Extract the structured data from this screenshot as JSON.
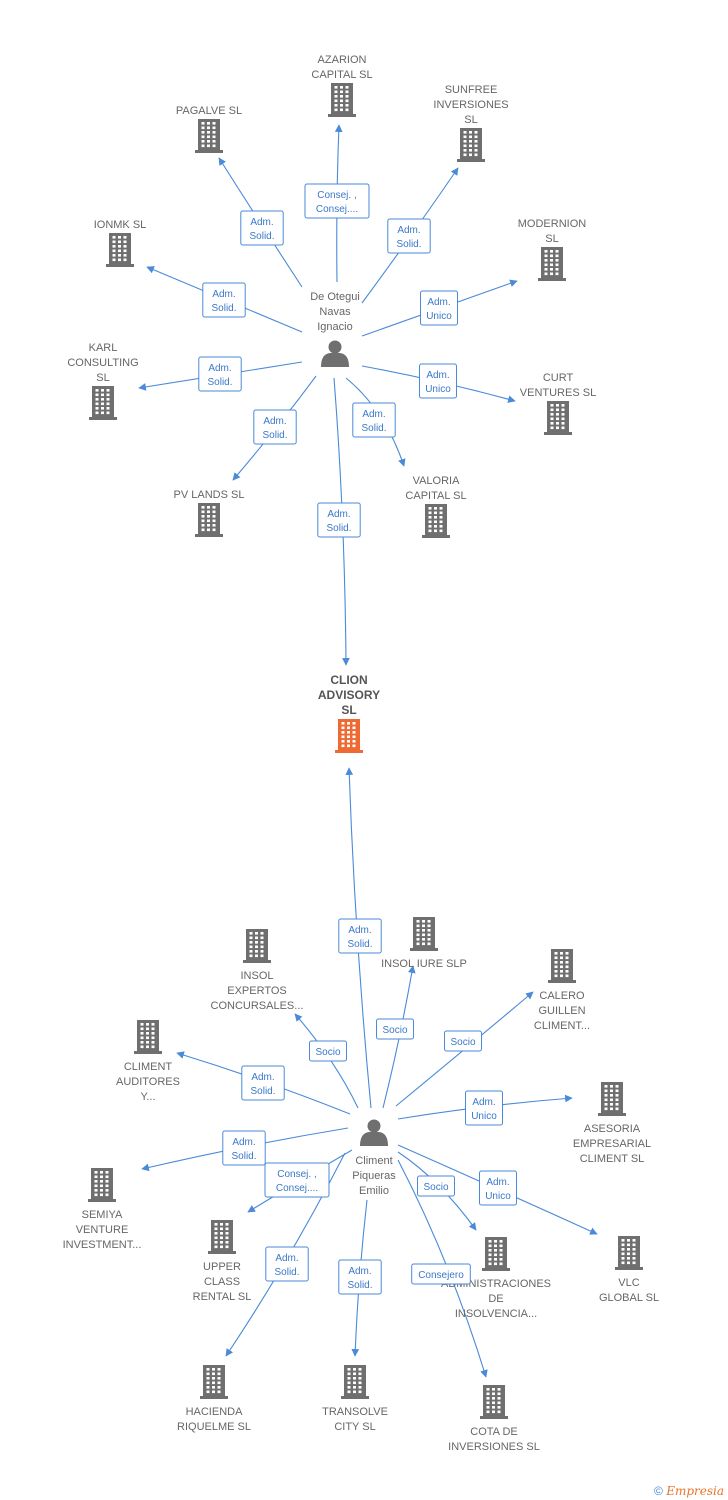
{
  "colors": {
    "edge": "#4a8ad8",
    "company": "#6f6f6f",
    "focus_company": "#ef6a33",
    "person": "#6f6f6f"
  },
  "footer": {
    "copyright": "©",
    "brand": "Empresia"
  },
  "nodes": [
    {
      "id": "p1",
      "type": "person",
      "label": [
        "De Otegui",
        "Navas",
        "Ignacio"
      ],
      "icon": "person-icon"
    },
    {
      "id": "p2",
      "type": "person",
      "label": [
        "Climent",
        "Piqueras",
        "Emilio"
      ],
      "icon": "person-icon"
    },
    {
      "id": "focus",
      "type": "focus",
      "label": [
        "CLION",
        "ADVISORY",
        "SL"
      ],
      "icon": "building-icon"
    },
    {
      "id": "azarion",
      "type": "company",
      "label": [
        "AZARION",
        "CAPITAL  SL"
      ],
      "icon": "building-icon"
    },
    {
      "id": "pagalve",
      "type": "company",
      "label": [
        "PAGALVE SL"
      ],
      "icon": "building-icon"
    },
    {
      "id": "sunfree",
      "type": "company",
      "label": [
        "SUNFREE",
        "INVERSIONES",
        "SL"
      ],
      "icon": "building-icon"
    },
    {
      "id": "ionmk",
      "type": "company",
      "label": [
        "IONMK  SL"
      ],
      "icon": "building-icon"
    },
    {
      "id": "modernion",
      "type": "company",
      "label": [
        "MODERNION",
        "SL"
      ],
      "icon": "building-icon"
    },
    {
      "id": "karl",
      "type": "company",
      "label": [
        "KARL",
        "CONSULTING",
        "SL"
      ],
      "icon": "building-icon"
    },
    {
      "id": "curt",
      "type": "company",
      "label": [
        "CURT",
        "VENTURES  SL"
      ],
      "icon": "building-icon"
    },
    {
      "id": "pvlands",
      "type": "company",
      "label": [
        "PV LANDS  SL"
      ],
      "icon": "building-icon"
    },
    {
      "id": "valoria",
      "type": "company",
      "label": [
        "VALORIA",
        "CAPITAL SL"
      ],
      "icon": "building-icon"
    },
    {
      "id": "insolexp",
      "type": "company",
      "label": [
        "INSOL",
        "EXPERTOS",
        "CONCURSALES..."
      ],
      "icon": "building-icon"
    },
    {
      "id": "insoliure",
      "type": "company",
      "label": [
        "INSOL IURE  SLP"
      ],
      "icon": "building-icon"
    },
    {
      "id": "calero",
      "type": "company",
      "label": [
        "CALERO",
        "GUILLEN",
        "CLIMENT..."
      ],
      "icon": "building-icon"
    },
    {
      "id": "auditores",
      "type": "company",
      "label": [
        "CLIMENT",
        "AUDITORES",
        "Y..."
      ],
      "icon": "building-icon"
    },
    {
      "id": "asesoria",
      "type": "company",
      "label": [
        "ASESORIA",
        "EMPRESARIAL",
        "CLIMENT  SL"
      ],
      "icon": "building-icon"
    },
    {
      "id": "semiya",
      "type": "company",
      "label": [
        "SEMIYA",
        "VENTURE",
        "INVESTMENT..."
      ],
      "icon": "building-icon"
    },
    {
      "id": "upper",
      "type": "company",
      "label": [
        "UPPER",
        "CLASS",
        "RENTAL  SL"
      ],
      "icon": "building-icon"
    },
    {
      "id": "admin",
      "type": "company",
      "label": [
        "ADMINISTRACIONES",
        "DE",
        "INSOLVENCIA..."
      ],
      "icon": "building-icon"
    },
    {
      "id": "vlc",
      "type": "company",
      "label": [
        "VLC",
        "GLOBAL SL"
      ],
      "icon": "building-icon"
    },
    {
      "id": "hacienda",
      "type": "company",
      "label": [
        "HACIENDA",
        "RIQUELME  SL"
      ],
      "icon": "building-icon"
    },
    {
      "id": "transolve",
      "type": "company",
      "label": [
        "TRANSOLVE",
        "CITY  SL"
      ],
      "icon": "building-icon"
    },
    {
      "id": "cota",
      "type": "company",
      "label": [
        "COTA DE",
        "INVERSIONES SL"
      ],
      "icon": "building-icon"
    }
  ],
  "edges": [
    {
      "from": "p1",
      "to": "azarion",
      "label": [
        "Consej. ,",
        "Consej...."
      ]
    },
    {
      "from": "p1",
      "to": "pagalve",
      "label": [
        "Adm.",
        "Solid."
      ]
    },
    {
      "from": "p1",
      "to": "sunfree",
      "label": [
        "Adm.",
        "Solid."
      ]
    },
    {
      "from": "p1",
      "to": "ionmk",
      "label": [
        "Adm.",
        "Solid."
      ]
    },
    {
      "from": "p1",
      "to": "modernion",
      "label": [
        "Adm.",
        "Unico"
      ]
    },
    {
      "from": "p1",
      "to": "karl",
      "label": [
        "Adm.",
        "Solid."
      ]
    },
    {
      "from": "p1",
      "to": "curt",
      "label": [
        "Adm.",
        "Unico"
      ]
    },
    {
      "from": "p1",
      "to": "pvlands",
      "label": [
        "Adm.",
        "Solid."
      ]
    },
    {
      "from": "p1",
      "to": "valoria",
      "label": [
        "Adm.",
        "Solid."
      ]
    },
    {
      "from": "p1",
      "to": "focus",
      "label": [
        "Adm.",
        "Solid."
      ]
    },
    {
      "from": "p2",
      "to": "focus",
      "label": [
        "Adm.",
        "Solid."
      ]
    },
    {
      "from": "p2",
      "to": "insoliure",
      "label": [
        "Socio"
      ]
    },
    {
      "from": "p2",
      "to": "insolexp",
      "label": [
        "Socio"
      ]
    },
    {
      "from": "p2",
      "to": "calero",
      "label": [
        "Socio"
      ]
    },
    {
      "from": "p2",
      "to": "auditores",
      "label": [
        "Adm.",
        "Solid."
      ]
    },
    {
      "from": "p2",
      "to": "asesoria",
      "label": [
        "Adm.",
        "Unico"
      ]
    },
    {
      "from": "p2",
      "to": "semiya",
      "label": [
        "Adm.",
        "Solid."
      ]
    },
    {
      "from": "p2",
      "to": "upper",
      "label": [
        "Consej. ,",
        "Consej...."
      ]
    },
    {
      "from": "p2",
      "to": "admin",
      "label": [
        "Socio"
      ]
    },
    {
      "from": "p2",
      "to": "vlc",
      "label": [
        "Adm.",
        "Unico"
      ]
    },
    {
      "from": "p2",
      "to": "hacienda",
      "label": [
        "Adm.",
        "Solid."
      ]
    },
    {
      "from": "p2",
      "to": "transolve",
      "label": [
        "Adm.",
        "Solid."
      ]
    },
    {
      "from": "p2",
      "to": "cota",
      "label": [
        "Consejero"
      ]
    }
  ]
}
